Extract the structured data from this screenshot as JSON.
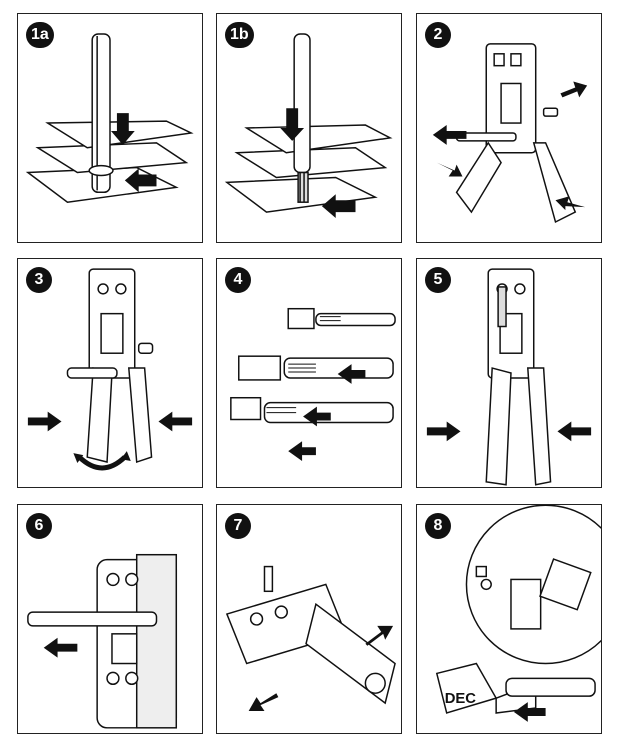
{
  "steps": [
    {
      "label": "1a",
      "scene": "cable-insert-top"
    },
    {
      "label": "1b",
      "scene": "cable-strip-cut"
    },
    {
      "label": "2",
      "scene": "tool-remove-stripped"
    },
    {
      "label": "3",
      "scene": "tool-rotate-handles"
    },
    {
      "label": "4",
      "scene": "connector-insert"
    },
    {
      "label": "5",
      "scene": "tool-crimp-squeeze"
    },
    {
      "label": "6",
      "scene": "cable-pull-out"
    },
    {
      "label": "7",
      "scene": "tool-open-release"
    },
    {
      "label": "8",
      "scene": "connector-detail"
    }
  ],
  "connector_brand": "DEC",
  "colors": {
    "ink": "#111111",
    "paper": "#ffffff",
    "shade": "#cccccc"
  }
}
